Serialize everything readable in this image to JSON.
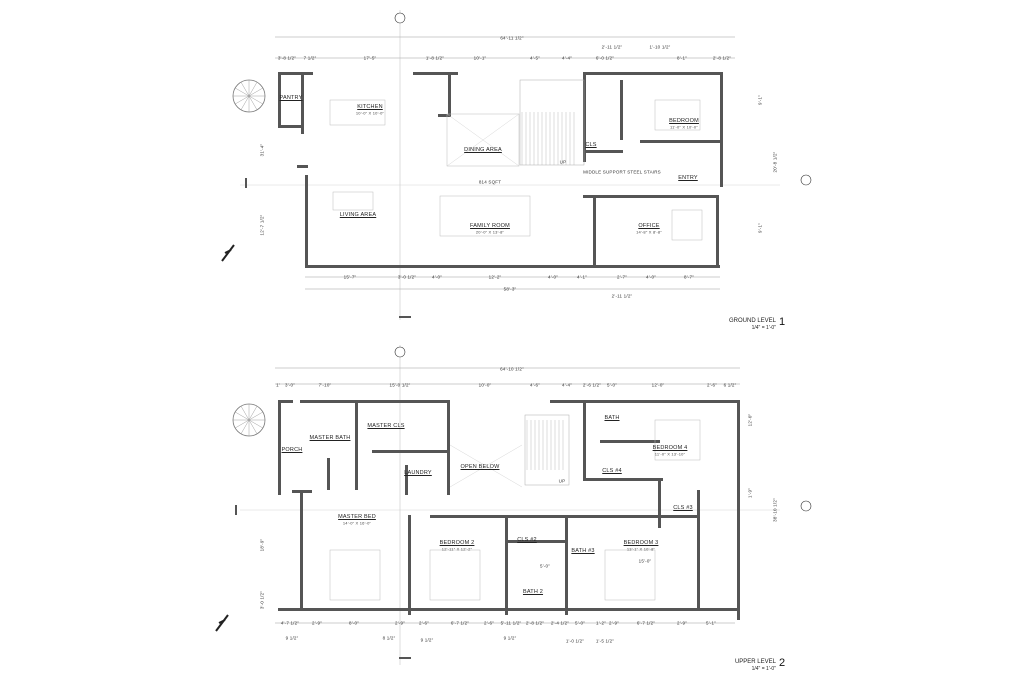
{
  "ground": {
    "title": "GROUND LEVEL",
    "scale": "1/4\" = 1'-0\"",
    "number": "1",
    "area": "814 SQFT",
    "note": "MIDDLE SUPPORT STEEL STAIRS",
    "stair_label": "UP",
    "rooms": [
      {
        "name": "PANTRY",
        "size": ""
      },
      {
        "name": "KITCHEN",
        "size": "10'-0\" X 10'-0\""
      },
      {
        "name": "DINING AREA",
        "size": ""
      },
      {
        "name": "CLS",
        "size": ""
      },
      {
        "name": "BEDROOM",
        "size": "11'-0\" X 10'-0\""
      },
      {
        "name": "ENTRY",
        "size": ""
      },
      {
        "name": "LIVING AREA",
        "size": ""
      },
      {
        "name": "FAMILY ROOM",
        "size": "20'-0\" X 13'-8\""
      },
      {
        "name": "OFFICE",
        "size": "14'-8\" X 8'-8\""
      }
    ],
    "overall_top": "64'-11 1/2\"",
    "top_dims": [
      "3'-8 1/2\"",
      "7 1/2\"",
      "17'-5\"",
      "1'-8 1/2\"",
      "10'-1\"",
      "4'-5\"",
      "4'-4\"",
      "6'-0 1/2\"",
      "2'-11 1/2\"",
      "1'-10 1/2\"",
      "8'-1\"",
      "2'-8 1/2\""
    ],
    "bottom_dims": [
      "15'-7\"",
      "3'-0 1/2\"",
      "4'-0\"",
      "12'-2\"",
      "4'-0\"",
      "4'-1\"",
      "2'-7\"",
      "4'-0\"",
      "8'-7\""
    ],
    "overall_bottom": "58'-3\"",
    "bottom_extra": "2'-11 1/2\"",
    "side_dims": [
      "31'-4\"",
      "12'-7 1/2\"",
      "20'-8 1/2\"",
      "9'-1\"",
      "9'-1\""
    ]
  },
  "upper": {
    "title": "UPPER LEVEL",
    "scale": "1/4\" = 1'-0\"",
    "number": "2",
    "stair_label": "UP",
    "rooms": [
      {
        "name": "PORCH",
        "size": ""
      },
      {
        "name": "MASTER BATH",
        "size": ""
      },
      {
        "name": "MASTER CLS",
        "size": ""
      },
      {
        "name": "LAUNDRY",
        "size": ""
      },
      {
        "name": "OPEN BELOW",
        "size": ""
      },
      {
        "name": "BATH",
        "size": ""
      },
      {
        "name": "BEDROOM 4",
        "size": "11'-0\" X 13'-10\""
      },
      {
        "name": "CLS #4",
        "size": ""
      },
      {
        "name": "CLS #3",
        "size": ""
      },
      {
        "name": "MASTER BED",
        "size": "14'-0\" X 16'-0\""
      },
      {
        "name": "BEDROOM 2",
        "size": "12'-11\" X 12'-2\""
      },
      {
        "name": "CLS #2",
        "size": ""
      },
      {
        "name": "BATH #3",
        "size": ""
      },
      {
        "name": "BEDROOM 3",
        "size": "13'-1\" X 10'-8\""
      },
      {
        "name": "BATH 2",
        "size": ""
      }
    ],
    "inner_dims": [
      "15'-0\"",
      "5'-0\""
    ],
    "overall_top": "64'-10 1/2\"",
    "top_dims": [
      "1'",
      "3'-0\"",
      "7'-10\"",
      "15'-0 1/2\"",
      "10'-0\"",
      "4'-6\"",
      "4'-4\"",
      "2'-6 1/2\"",
      "5'-0\"",
      "12'-0\"",
      "2'-6\"",
      "6 1/2\""
    ],
    "bottom_dims": [
      "4'-7 1/2\"",
      "2'-9\"",
      "8'-0\"",
      "2'-9\"",
      "2'-6\"",
      "6'-7 1/2\"",
      "2'-6\"",
      "5'-11 1/2\"",
      "2'-8 1/2\"",
      "2'-4 1/2\"",
      "5'-0\"",
      "1'-2\"",
      "2'-9\"",
      "6'-7 1/2\"",
      "2'-9\"",
      "5'-1\""
    ],
    "bottom_dims_2": [
      "9 1/2\"",
      "8 1/2\"",
      "9 1/2\"",
      "9 1/2\"",
      "1'-0 1/2\"",
      "1'-5 1/2\""
    ],
    "side_dims": [
      "12'-0\"",
      "1'-9\"",
      "38'-10 1/2\"",
      "18'-9\"",
      "3'-0 1/2\""
    ]
  },
  "colors": {
    "wall": "#555555",
    "line": "#9a9a9a",
    "text": "#222222"
  }
}
